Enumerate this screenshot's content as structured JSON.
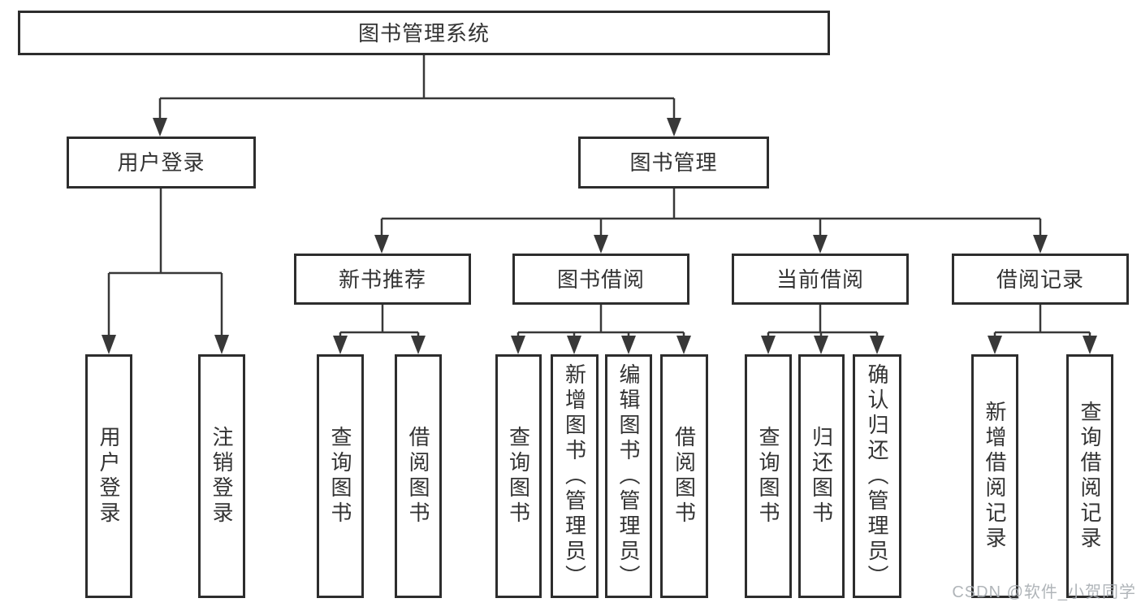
{
  "diagram": {
    "root": {
      "label": "图书管理系统"
    },
    "level2": {
      "userLogin": {
        "label": "用户登录"
      },
      "bookManagement": {
        "label": "图书管理"
      }
    },
    "level3": {
      "newBookRecommend": {
        "label": "新书推荐"
      },
      "bookBorrow": {
        "label": "图书借阅"
      },
      "currentBorrow": {
        "label": "当前借阅"
      },
      "borrowRecords": {
        "label": "借阅记录"
      }
    },
    "leaves": {
      "userLogin": {
        "label": "用户登录"
      },
      "logout": {
        "label": "注销登录"
      },
      "queryBooksRecommend": {
        "label": "查询图书"
      },
      "borrowBooksRecommend": {
        "label": "借阅图书"
      },
      "queryBooksBorrow": {
        "label": "查询图书"
      },
      "addBooksAdmin": {
        "label": "新增图书（管理员）"
      },
      "editBooksAdmin": {
        "label": "编辑图书（管理员）"
      },
      "borrowBooksBorrow": {
        "label": "借阅图书"
      },
      "queryBooksCurrent": {
        "label": "查询图书"
      },
      "returnBooks": {
        "label": "归还图书"
      },
      "confirmReturnAdmin": {
        "label": "确认归还（管理员）"
      },
      "addBorrowRecord": {
        "label": "新增借阅记录"
      },
      "queryBorrowRecord": {
        "label": "查询借阅记录"
      }
    }
  },
  "watermark": {
    "text": "CSDN @软件_小贺同学"
  },
  "colors": {
    "background": "#ffffff",
    "line": "#383838",
    "border": "#2d2d2d",
    "text": "#333333",
    "watermark": "#a8adb2"
  }
}
